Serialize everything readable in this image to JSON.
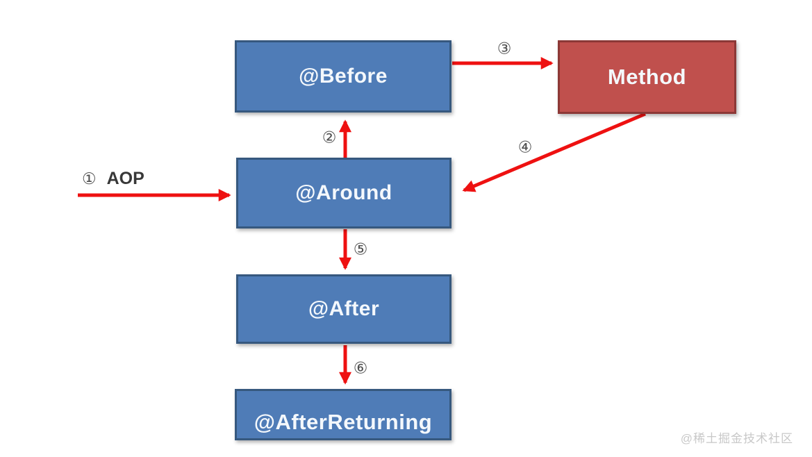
{
  "diagram": {
    "nodes": [
      {
        "id": "before",
        "label": "@Before",
        "fill": "#4F7CB7",
        "border": "#36587E"
      },
      {
        "id": "method",
        "label": "Method",
        "fill": "#C0504D",
        "border": "#8C3836"
      },
      {
        "id": "around",
        "label": "@Around",
        "fill": "#4F7CB7",
        "border": "#36587E"
      },
      {
        "id": "after",
        "label": "@After",
        "fill": "#4F7CB7",
        "border": "#36587E"
      },
      {
        "id": "after_returning",
        "label": "@AfterReturning",
        "fill": "#4F7CB7",
        "border": "#36587E"
      }
    ],
    "entry": {
      "step": "①",
      "text": "AOP"
    },
    "steps": {
      "s2": "②",
      "s3": "③",
      "s4": "④",
      "s5": "⑤",
      "s6": "⑥"
    },
    "arrow_color": "#EE1111"
  },
  "watermark": {
    "text": "@稀土掘金技术社区",
    "color": "#C8C8C8"
  }
}
